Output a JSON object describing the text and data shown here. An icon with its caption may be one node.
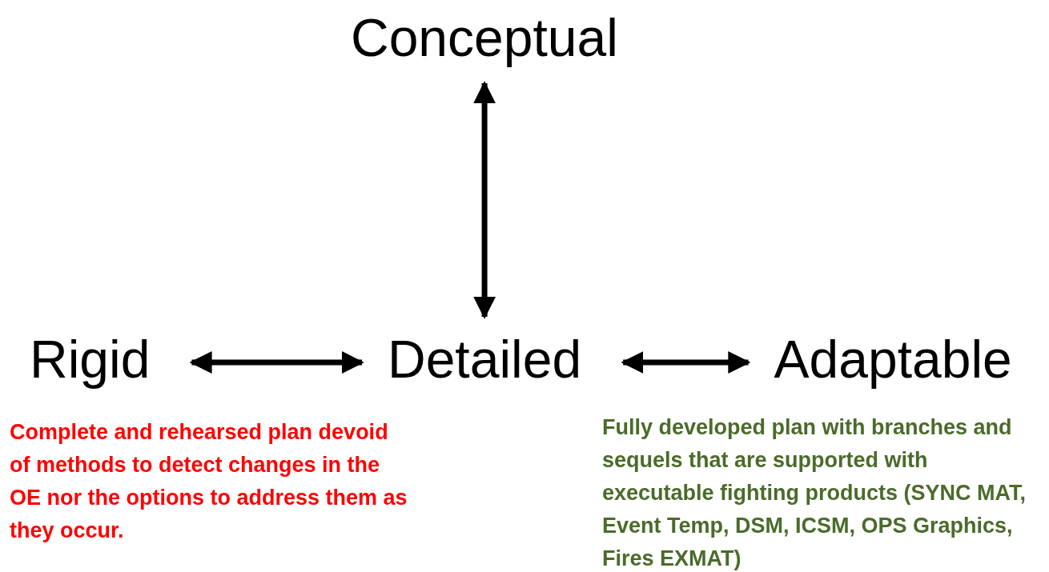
{
  "diagram": {
    "nodes": [
      {
        "text": [
          "Conceptual"
        ]
      },
      {
        "text": [
          "Rigid"
        ],
        "beside": [
          "Complete and rehearsed plan devoid of methods to detect changes in the OE nor the options to address them as they occur."
        ]
      },
      {
        "text": [
          "Detailed"
        ]
      },
      {
        "text": [
          "Adaptable"
        ],
        "beside": [
          "Fully developed plan with branches and sequels that are supported with executable fighting products (SYNC MAT, Event Temp, DSM, ICSM, OPS Graphics, Fires EXMAT)"
        ]
      }
    ],
    "edges": [
      {
        "from": 0,
        "to": 2,
        "arrow": "both"
      },
      {
        "from": 1,
        "to": 2,
        "arrow": "both"
      },
      {
        "from": 2,
        "to": 3,
        "arrow": "both"
      }
    ]
  }
}
